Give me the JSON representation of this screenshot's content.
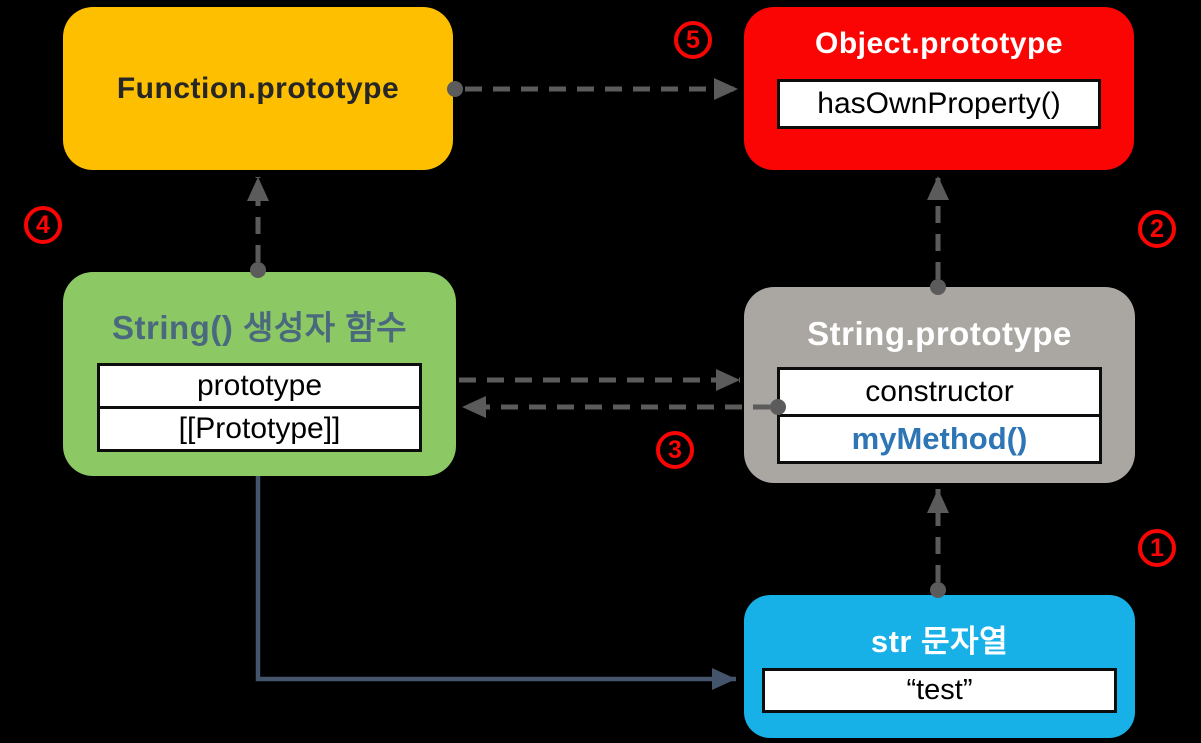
{
  "colors": {
    "background": "#000000",
    "dashed_line": "#5b5b5b",
    "solid_line": "#44546a",
    "badge_red": "#fb0404",
    "method_blue": "#2e75b5",
    "node_yellow": "#fdbf00",
    "node_red": "#fb0404",
    "node_green": "#8cc863",
    "node_gray": "#aaa6a2",
    "node_blue": "#17b1e8",
    "green_title": "#4a697e"
  },
  "nodes": {
    "function_prototype": {
      "title": "Function.prototype",
      "fill": "#fdbf00",
      "title_color": "#262626",
      "members": []
    },
    "object_prototype": {
      "title": "Object.prototype",
      "fill": "#fb0404",
      "title_color": "#ffffff",
      "members": [
        {
          "label": "hasOwnProperty()",
          "color": "#000000"
        }
      ]
    },
    "string_constructor": {
      "title": "String() 생성자 함수",
      "fill": "#8cc863",
      "title_color": "#4a697e",
      "members": [
        {
          "label": "prototype",
          "color": "#000000"
        },
        {
          "label": "[[Prototype]]",
          "color": "#000000"
        }
      ]
    },
    "string_prototype": {
      "title": "String.prototype",
      "fill": "#aaa6a2",
      "title_color": "#ffffff",
      "members": [
        {
          "label": "constructor",
          "color": "#000000"
        },
        {
          "label": "myMethod()",
          "color": "#2e75b5"
        }
      ]
    },
    "str_instance": {
      "title": "str 문자열",
      "fill": "#17b1e8",
      "title_color": "#ffffff",
      "members": [
        {
          "label": "“test”",
          "color": "#000000"
        }
      ]
    }
  },
  "badges": [
    {
      "label": "1"
    },
    {
      "label": "2"
    },
    {
      "label": "3"
    },
    {
      "label": "4"
    },
    {
      "label": "5"
    }
  ],
  "edges": [
    {
      "from": "str_instance",
      "to": "string_prototype",
      "style": "dashed",
      "badge": "1"
    },
    {
      "from": "string_prototype",
      "to": "object_prototype",
      "style": "dashed",
      "badge": "2"
    },
    {
      "from": "string_prototype",
      "to": "string_constructor",
      "style": "dashed",
      "badge": "3"
    },
    {
      "from": "string_constructor",
      "to": "function_prototype",
      "style": "dashed",
      "badge": "4"
    },
    {
      "from": "function_prototype",
      "to": "object_prototype",
      "style": "dashed",
      "badge": "5"
    },
    {
      "from": "string_constructor",
      "to": "string_prototype",
      "style": "dashed"
    },
    {
      "from": "string_constructor",
      "to": "str_instance",
      "style": "solid"
    }
  ]
}
